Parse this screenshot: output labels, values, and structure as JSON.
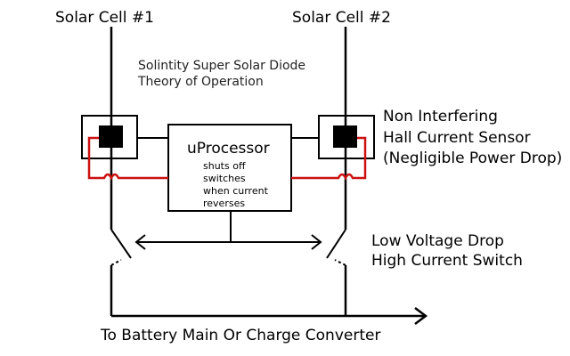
{
  "labels": {
    "cell1": "Solar Cell #1",
    "cell2": "Solar Cell #2",
    "title_line1": "Solintity Super Solar Diode",
    "title_line2": "Theory of Operation",
    "sensor_line1": "Non   Interfering",
    "sensor_line2": "Hall Current Sensor",
    "sensor_line3": "(Negligible Power Drop)",
    "processor_title": "uProcessor",
    "processor_desc1": "shuts off",
    "processor_desc2": "switches",
    "processor_desc3": "when current",
    "processor_desc4": "reverses",
    "switch_line1": "Low Voltage Drop",
    "switch_line2": "High Current Switch",
    "output": "To Battery Main Or Charge Converter"
  },
  "colors": {
    "wire": "#000000",
    "sensor_signal": "#cc1111",
    "background": "#ffffff"
  }
}
